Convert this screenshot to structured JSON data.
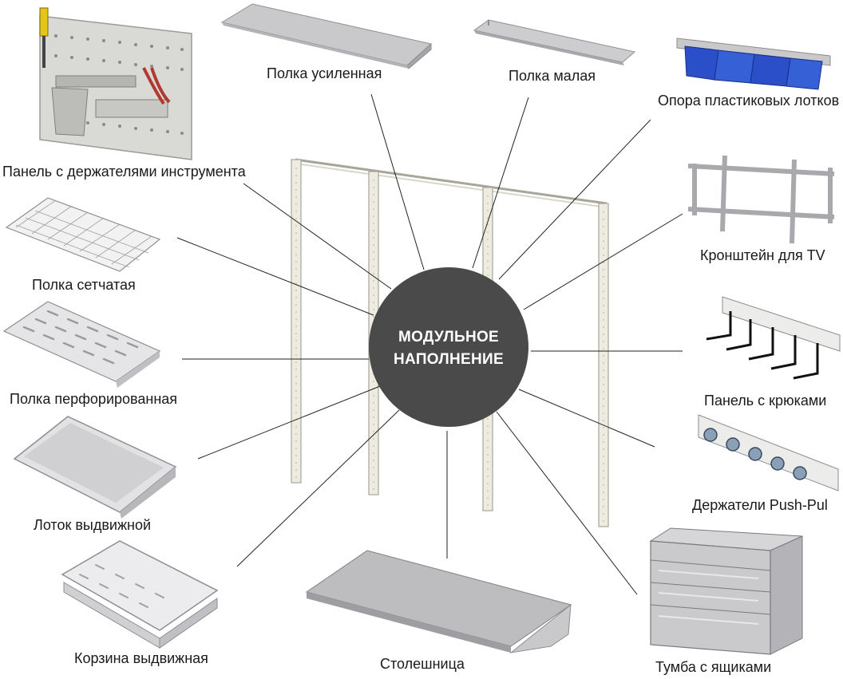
{
  "center": {
    "line1": "МОДУЛЬНОЕ",
    "line2": "НАПОЛНЕНИЕ",
    "fill": "#4a4a4a"
  },
  "items": {
    "shelf_reinforced": "Полка усиленная",
    "shelf_small": "Полка малая",
    "plastic_tray_support": "Опора пластиковых лотков",
    "tool_panel": "Панель с держателями инструмента",
    "tv_bracket": "Кронштейн для TV",
    "mesh_shelf": "Полка сетчатая",
    "perforated_shelf": "Полка перфорированная",
    "hook_panel": "Панель с крюками",
    "sliding_tray": "Лоток выдвижной",
    "push_pull_holders": "Держатели Push-Pul",
    "sliding_basket": "Корзина выдвижная",
    "worktop": "Столешница",
    "drawer_cabinet": "Тумба с ящиками"
  },
  "colors": {
    "metal": "#cfcfd1",
    "metal_dark": "#9c9ca2",
    "frame": "#eae8dc",
    "bins": "#2a4fc9",
    "connector": "#222222"
  }
}
